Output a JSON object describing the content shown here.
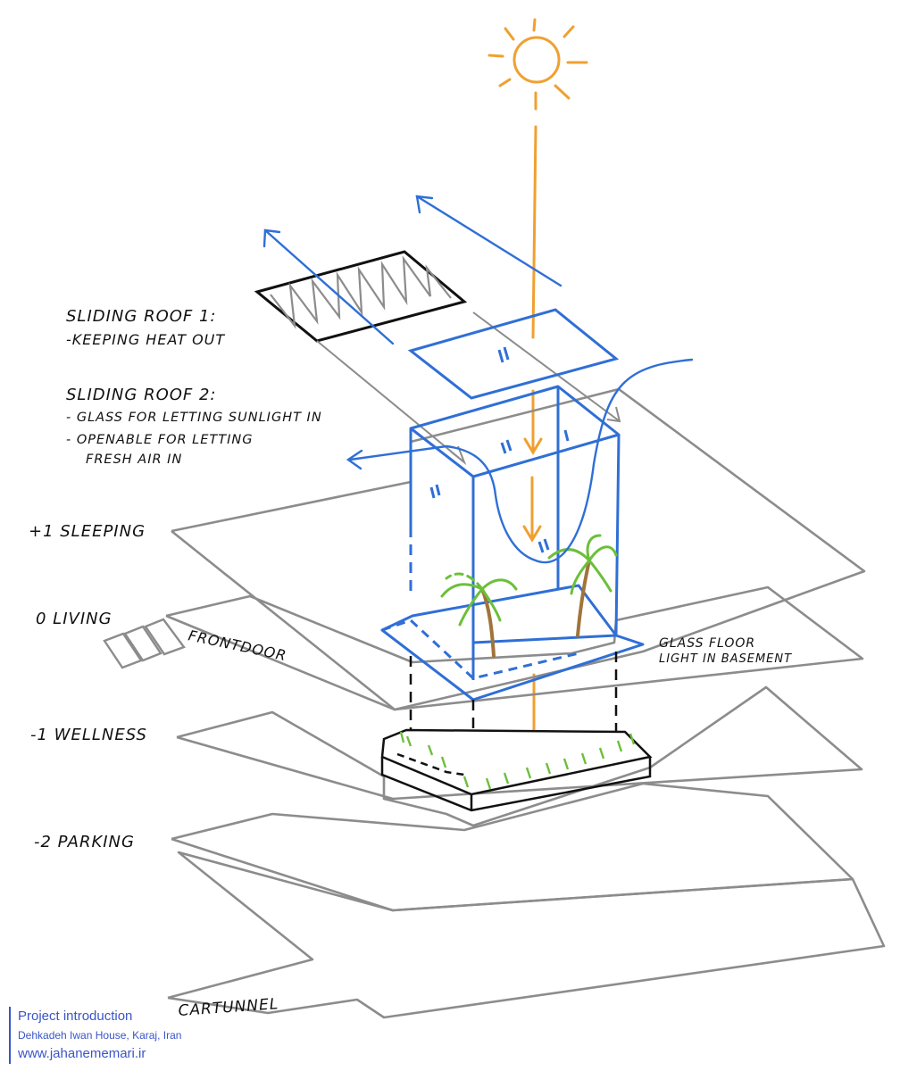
{
  "labels": {
    "roof1_title": "SLIDING ROOF 1:",
    "roof1_line": "-KEEPING HEAT OUT",
    "roof2_title": "SLIDING ROOF 2:",
    "roof2_line1": "- GLASS FOR LETTING SUNLIGHT IN",
    "roof2_line2": "- OPENABLE FOR LETTING",
    "roof2_line3": "FRESH AIR IN",
    "level_plus1": "+1 SLEEPING",
    "level_0": "0 LIVING",
    "frontdoor": "FRONTDOOR",
    "glass_floor_1": "GLASS FLOOR",
    "glass_floor_2": "LIGHT IN BASEMENT",
    "level_minus1": "-1 WELLNESS",
    "level_minus2": "-2 PARKING",
    "cartunnel": "CARTUNNEL"
  },
  "caption": {
    "title": "Project introduction",
    "subtitle": "Dehkadeh Iwan House, Karaj, Iran",
    "website": "www.jahanememari.ir"
  },
  "colors": {
    "sun": "#f0a030",
    "airflow": "#2f6fd6",
    "glass": "#2f6fd6",
    "floor_plates": "#8c8c8c",
    "plants": "#6cbf3a",
    "caption": "#3a55c8"
  },
  "icons": {
    "sun": "sun-icon",
    "palm_trees": "palm-tree-icon",
    "grass": "grass-icon"
  }
}
